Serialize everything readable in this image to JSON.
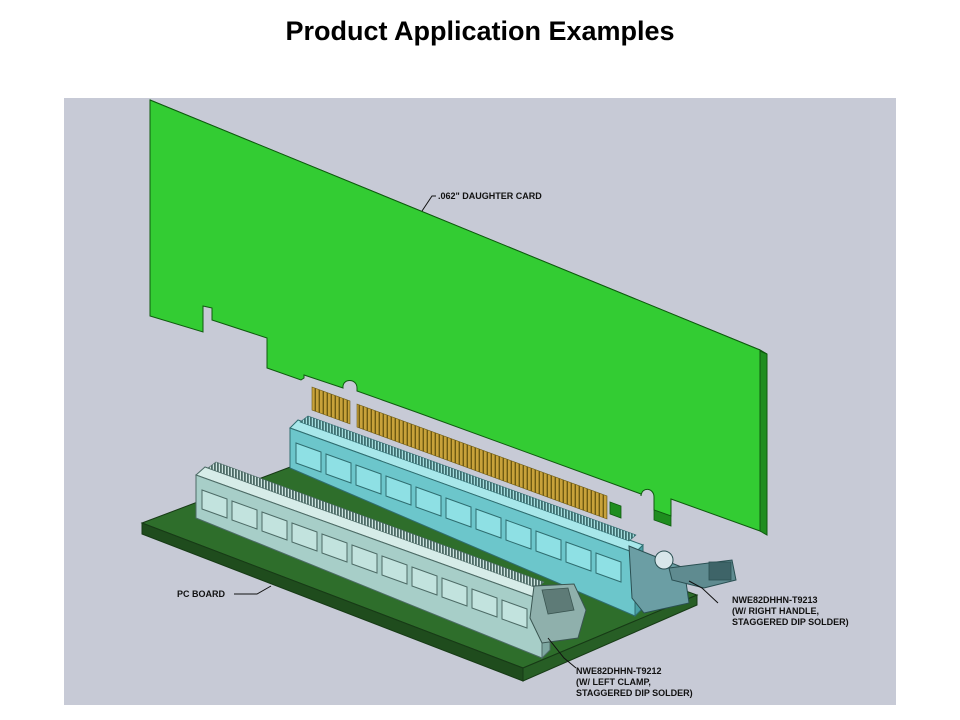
{
  "title": "Product Application Examples",
  "colors": {
    "background": "#c7cad6",
    "daughter_card": "#33cc33",
    "pc_board": "#2f6f2c",
    "connector_right": "#6cc8cc",
    "connector_left": "#a9cfc9",
    "gold_fingers": "#c8a23a"
  },
  "callouts": {
    "daughter_card": ".062\" DAUGHTER CARD",
    "pc_board": "PC BOARD",
    "right_connector": {
      "part": "NWE82DHHN-T9213",
      "line2": "(W/ RIGHT HANDLE,",
      "line3": "STAGGERED DIP SOLDER)"
    },
    "left_connector": {
      "part": "NWE82DHHN-T9212",
      "line2": "(W/ LEFT CLAMP,",
      "line3": "STAGGERED DIP SOLDER)"
    }
  }
}
